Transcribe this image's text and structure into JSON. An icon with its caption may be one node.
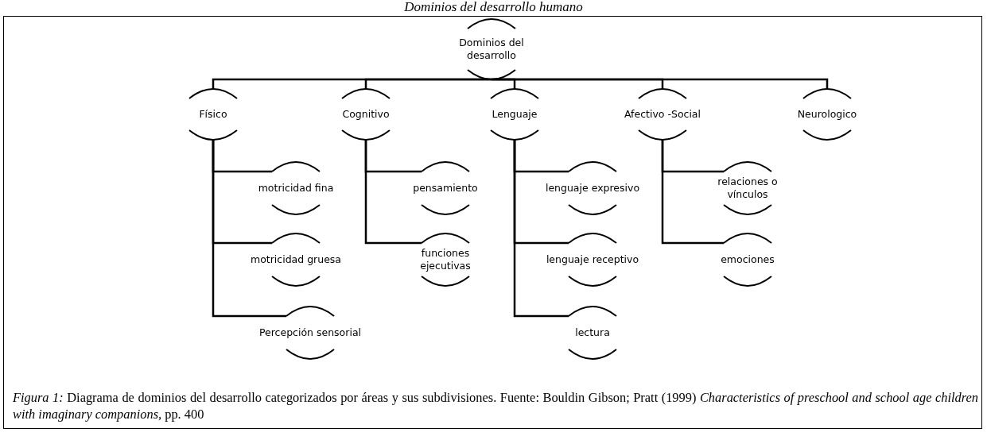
{
  "diagram": {
    "title": "Dominios del desarrollo humano",
    "caption": "*Figura 1:* Diagrama de dominios del desarrollo categorizados por áreas y sus subdivisiones. Fuente: Bouldin Gibson; Pratt (1999) *Characteristics of preschool and school age children with imaginary companions,* pp. 400",
    "nodes": [
      {
        "text": [
          "Dominios del desarrollo"
        ]
      },
      {
        "text": [
          "Físico"
        ]
      },
      {
        "text": [
          "Cognitivo"
        ]
      },
      {
        "text": [
          "Lenguaje"
        ]
      },
      {
        "text": [
          "Afectivo -Social"
        ]
      },
      {
        "text": [
          "Neurologico"
        ]
      },
      {
        "text": [
          "motricidad fina"
        ]
      },
      {
        "text": [
          "motricidad gruesa"
        ]
      },
      {
        "text": [
          "Percepción sensorial"
        ]
      },
      {
        "text": [
          "pensamiento"
        ]
      },
      {
        "text": [
          "funciones ejecutivas"
        ]
      },
      {
        "text": [
          "lenguaje expresivo"
        ]
      },
      {
        "text": [
          "lenguaje receptivo"
        ]
      },
      {
        "text": [
          "lectura"
        ]
      },
      {
        "text": [
          "relaciones o vínculos"
        ]
      },
      {
        "text": [
          "emociones"
        ]
      }
    ],
    "edges": [
      {
        "from": 0,
        "to": 1,
        "arrow": "none"
      },
      {
        "from": 0,
        "to": 2,
        "arrow": "none"
      },
      {
        "from": 0,
        "to": 3,
        "arrow": "none"
      },
      {
        "from": 0,
        "to": 4,
        "arrow": "none"
      },
      {
        "from": 0,
        "to": 5,
        "arrow": "none"
      },
      {
        "from": 1,
        "to": 6,
        "arrow": "none"
      },
      {
        "from": 1,
        "to": 7,
        "arrow": "none"
      },
      {
        "from": 1,
        "to": 8,
        "arrow": "none"
      },
      {
        "from": 2,
        "to": 9,
        "arrow": "none"
      },
      {
        "from": 2,
        "to": 10,
        "arrow": "none"
      },
      {
        "from": 3,
        "to": 11,
        "arrow": "none"
      },
      {
        "from": 3,
        "to": 12,
        "arrow": "none"
      },
      {
        "from": 3,
        "to": 13,
        "arrow": "none"
      },
      {
        "from": 4,
        "to": 14,
        "arrow": "none"
      },
      {
        "from": 4,
        "to": 15,
        "arrow": "none"
      }
    ]
  }
}
